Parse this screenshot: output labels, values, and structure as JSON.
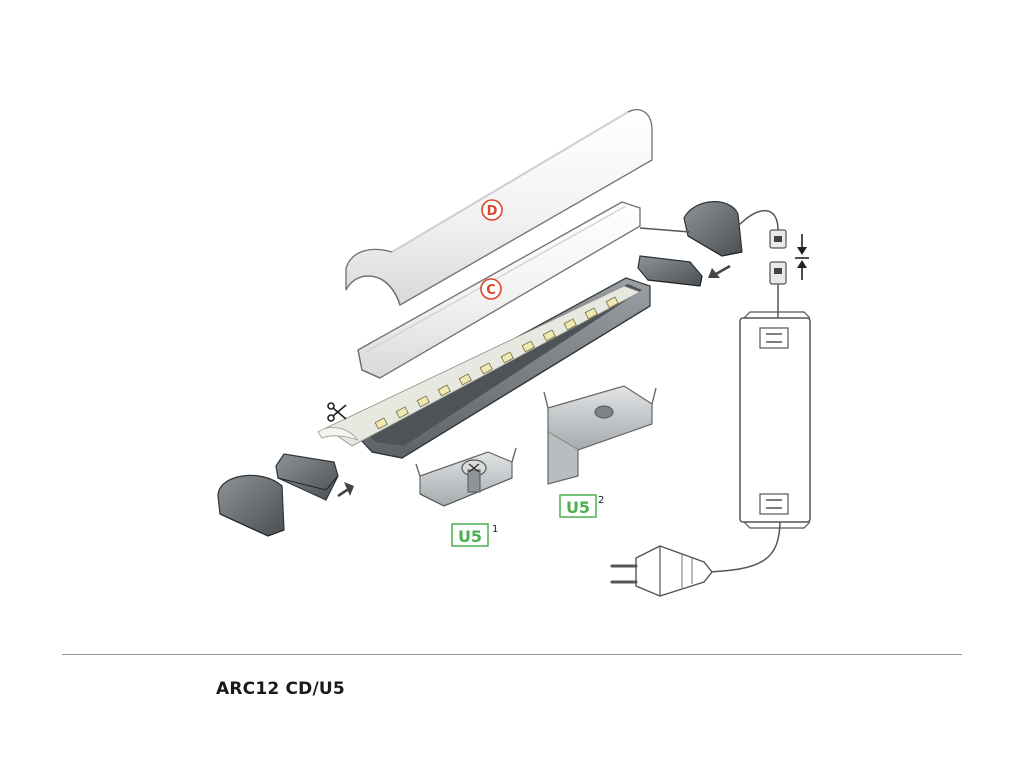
{
  "diagram": {
    "labels": {
      "cover_d": "D",
      "cover_c": "C",
      "mount_1": "U5",
      "mount_1_index": "1",
      "mount_2": "U5",
      "mount_2_index": "2"
    },
    "colors": {
      "label_letter_red": "#d9472b",
      "mount_label_green": "#4caf50",
      "profile_grey": "#5e6468",
      "cover_fill": "#f4f4f4",
      "led_chip": "#efe9b0"
    }
  },
  "footer": {
    "product_title": "ARC12 CD/U5"
  }
}
